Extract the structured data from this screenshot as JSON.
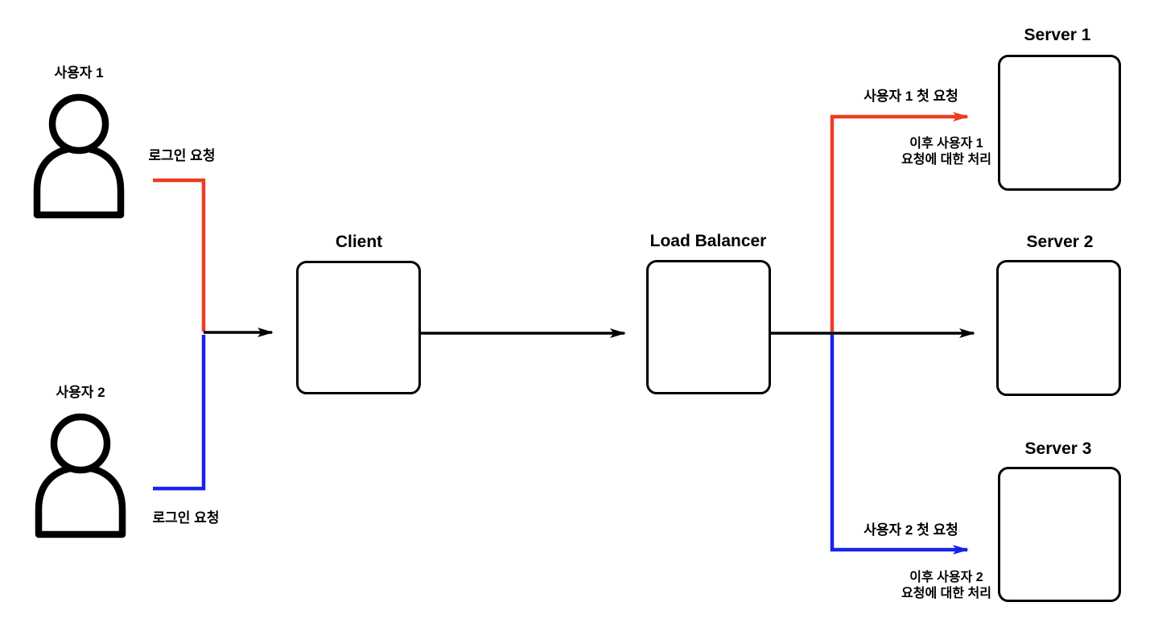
{
  "diagram": {
    "users": [
      {
        "name": "사용자 1",
        "request": "로그인 요청"
      },
      {
        "name": "사용자 2",
        "request": "로그인 요청"
      }
    ],
    "nodes": {
      "client": "Client",
      "load_balancer": "Load Balancer",
      "server1": "Server 1",
      "server2": "Server 2",
      "server3": "Server 3"
    },
    "annotations": {
      "server1_first_request": "사용자 1 첫 요청",
      "server1_followup_line1": "이후 사용자 1",
      "server1_followup_line2": "요청에 대한 처리",
      "server3_first_request": "사용자 2 첫 요청",
      "server3_followup_line1": "이후 사용자 2",
      "server3_followup_line2": "요청에 대한 처리"
    },
    "colors": {
      "user1_flow": "#ee3b23",
      "user2_flow": "#1822f0",
      "connector": "#000000"
    }
  }
}
